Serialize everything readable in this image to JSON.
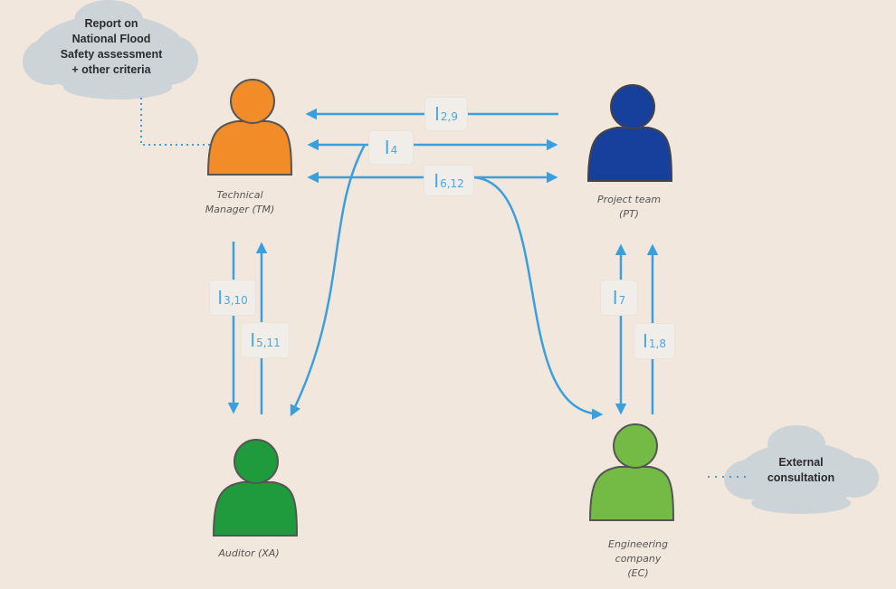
{
  "colors": {
    "background": "#f2e7dc",
    "arrow": "#3aa0dd",
    "cloud": "#ccd4d8",
    "technical_manager": "#f28c28",
    "project_team": "#173f9c",
    "auditor": "#1f9a3c",
    "engineering_company": "#73bb45"
  },
  "clouds": {
    "report": "Report on\nNational Flood\nSafety assessment\n+ other criteria",
    "external": "External\nconsultation"
  },
  "actors": {
    "technical_manager": "Technical\nManager (TM)",
    "project_team": "Project team\n(PT)",
    "auditor": "Auditor (XA)",
    "engineering_company": "Engineering\ncompany\n(EC)"
  },
  "info": [
    {
      "main": "I",
      "sub": "2,9"
    },
    {
      "main": "I",
      "sub": "4"
    },
    {
      "main": "I",
      "sub": "6,12"
    },
    {
      "main": "I",
      "sub": "3,10"
    },
    {
      "main": "I",
      "sub": "5,11"
    },
    {
      "main": "I",
      "sub": "7"
    },
    {
      "main": "I",
      "sub": "1,8"
    }
  ]
}
